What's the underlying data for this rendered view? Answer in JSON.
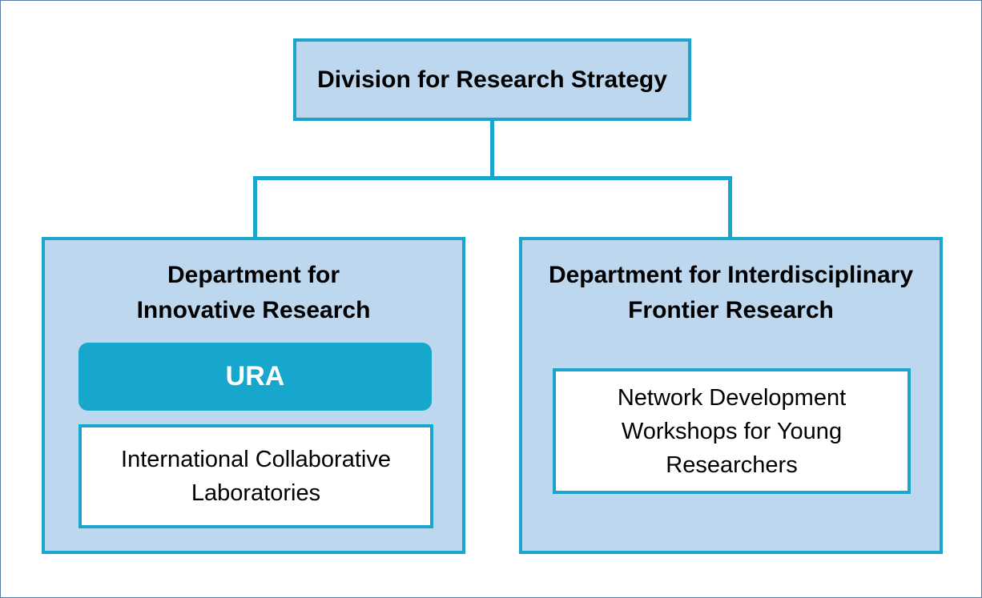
{
  "diagram": {
    "root": {
      "label": "Division for Research Strategy"
    },
    "departments": [
      {
        "title_lines": [
          "Department for",
          "Innovative Research"
        ],
        "highlight": {
          "label": "URA"
        },
        "sub_box": {
          "lines": [
            "International Collaborative",
            "Laboratories"
          ]
        }
      },
      {
        "title_lines": [
          "Department for Interdisciplinary",
          "Frontier Research"
        ],
        "sub_box": {
          "lines": [
            "Network Development",
            "Workshops for Young",
            "Researchers"
          ]
        }
      }
    ],
    "colors": {
      "border": "#1aa6cc",
      "box_fill": "#bdd7ee",
      "highlight_fill": "#17a7cc",
      "highlight_text": "#ffffff"
    }
  }
}
